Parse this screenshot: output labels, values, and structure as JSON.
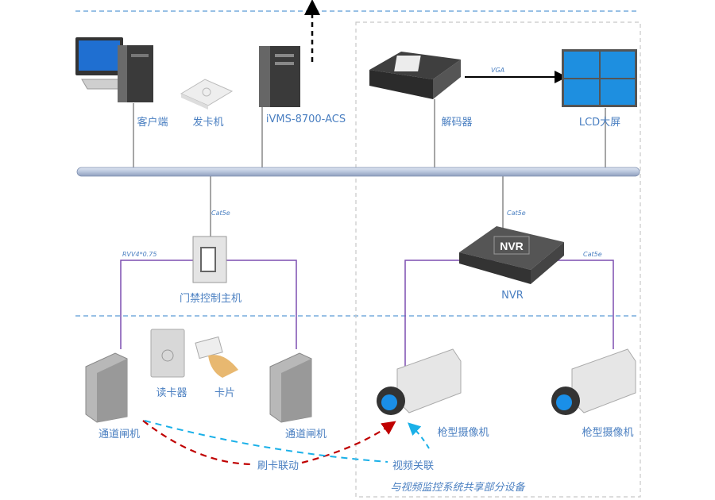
{
  "nodes": {
    "client": "客户端",
    "card_issuer": "发卡机",
    "server": "iVMS-8700-ACS",
    "decoder": "解码器",
    "lcd": "LCD大屏",
    "controller": "门禁控制主机",
    "nvr": "NVR",
    "nvr_badge": "NVR",
    "turnstile_left": "通道闸机",
    "turnstile_right": "通道闸机",
    "reader": "读卡器",
    "card": "卡片",
    "camera_left": "枪型摄像机",
    "camera_right": "枪型摄像机"
  },
  "links": {
    "vga": "VGA",
    "cat5e_controller": "Cat5e",
    "cat5e_nvr": "Cat5e",
    "cat5e_camera": "Cat5e",
    "rvv": "RVV4*0.75"
  },
  "annotations": {
    "card_linkage": "刷卡联动",
    "video_linkage": "视频关联",
    "shared_note": "与视频监控系统共享部分设备"
  },
  "colors": {
    "zone_line": "#5b9bd5",
    "purple_wire": "#7d4fb0",
    "card_linkage": "#c00000",
    "video_linkage": "#1ab0e8",
    "label": "#4a7fc1"
  }
}
